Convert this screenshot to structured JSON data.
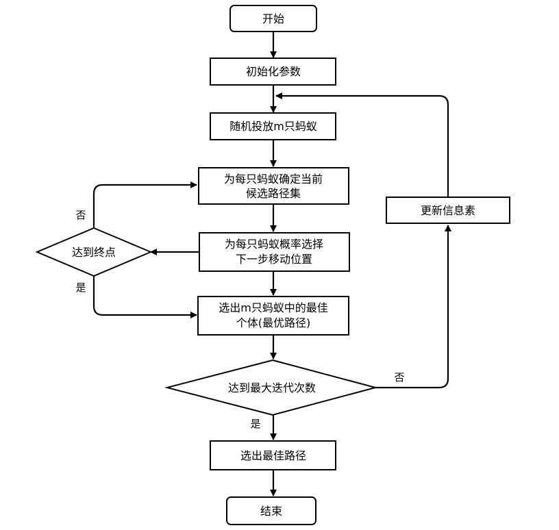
{
  "nodes": {
    "start": "开始",
    "init": "初始化参数",
    "place": "随机投放m只蚂蚁",
    "candidate_line1": "为每只蚂蚁确定当前",
    "candidate_line2": "候选路径集",
    "prob_line1": "为每只蚂蚁概率选择",
    "prob_line2": "下一步移动位置",
    "reach_end": "达到终点",
    "best_line1": "选出m只蚂蚁中的最佳",
    "best_line2": "个体(最优路径)",
    "max_iter": "达到最大迭代次数",
    "select_best": "选出最佳路径",
    "end": "结束",
    "update": "更新信息素"
  },
  "edge_labels": {
    "reach_end_no": "否",
    "reach_end_yes": "是",
    "max_iter_no": "否",
    "max_iter_yes": "是"
  }
}
